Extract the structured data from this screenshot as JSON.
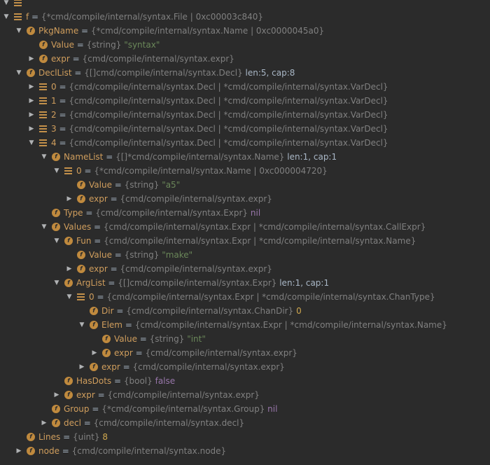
{
  "rows": [
    {
      "indent": 0,
      "arrow": "partial",
      "icon": "list",
      "name": "",
      "eq": "",
      "type": "",
      "value": "",
      "valueClass": "",
      "extra": "",
      "partialText": ""
    },
    {
      "indent": 0,
      "arrow": "down",
      "icon": "list",
      "name": "f",
      "eq": " = ",
      "type": "{*cmd/compile/internal/syntax.File | 0xc00003c840}",
      "value": "",
      "valueClass": "",
      "extra": ""
    },
    {
      "indent": 1,
      "arrow": "down",
      "icon": "f",
      "name": "PkgName",
      "eq": " = ",
      "type": "{*cmd/compile/internal/syntax.Name | 0xc0000045a0}",
      "value": "",
      "valueClass": "",
      "extra": ""
    },
    {
      "indent": 2,
      "arrow": "none",
      "icon": "f",
      "name": "Value",
      "eq": " = ",
      "type": "{string}",
      "value": "\"syntax\"",
      "valueClass": "str",
      "extra": ""
    },
    {
      "indent": 2,
      "arrow": "right",
      "icon": "f",
      "name": "expr",
      "eq": " = ",
      "type": "{cmd/compile/internal/syntax.expr}",
      "value": "",
      "valueClass": "",
      "extra": ""
    },
    {
      "indent": 1,
      "arrow": "down",
      "icon": "f",
      "name": "DeclList",
      "eq": " = ",
      "type": "{[]cmd/compile/internal/syntax.Decl}",
      "value": "",
      "valueClass": "",
      "extra": " len:5, cap:8"
    },
    {
      "indent": 2,
      "arrow": "right",
      "icon": "list",
      "name": "0",
      "eq": " = ",
      "type": "{cmd/compile/internal/syntax.Decl | *cmd/compile/internal/syntax.VarDecl}",
      "value": "",
      "valueClass": "",
      "extra": ""
    },
    {
      "indent": 2,
      "arrow": "right",
      "icon": "list",
      "name": "1",
      "eq": " = ",
      "type": "{cmd/compile/internal/syntax.Decl | *cmd/compile/internal/syntax.VarDecl}",
      "value": "",
      "valueClass": "",
      "extra": ""
    },
    {
      "indent": 2,
      "arrow": "right",
      "icon": "list",
      "name": "2",
      "eq": " = ",
      "type": "{cmd/compile/internal/syntax.Decl | *cmd/compile/internal/syntax.VarDecl}",
      "value": "",
      "valueClass": "",
      "extra": ""
    },
    {
      "indent": 2,
      "arrow": "right",
      "icon": "list",
      "name": "3",
      "eq": " = ",
      "type": "{cmd/compile/internal/syntax.Decl | *cmd/compile/internal/syntax.VarDecl}",
      "value": "",
      "valueClass": "",
      "extra": ""
    },
    {
      "indent": 2,
      "arrow": "down",
      "icon": "list",
      "name": "4",
      "eq": " = ",
      "type": "{cmd/compile/internal/syntax.Decl | *cmd/compile/internal/syntax.VarDecl}",
      "value": "",
      "valueClass": "",
      "extra": ""
    },
    {
      "indent": 3,
      "arrow": "down",
      "icon": "f",
      "name": "NameList",
      "eq": " = ",
      "type": "{[]*cmd/compile/internal/syntax.Name}",
      "value": "",
      "valueClass": "",
      "extra": " len:1, cap:1"
    },
    {
      "indent": 4,
      "arrow": "down",
      "icon": "list",
      "name": "0",
      "eq": " = ",
      "type": "{*cmd/compile/internal/syntax.Name | 0xc000004720}",
      "value": "",
      "valueClass": "",
      "extra": ""
    },
    {
      "indent": 5,
      "arrow": "none",
      "icon": "f",
      "name": "Value",
      "eq": " = ",
      "type": "{string}",
      "value": "\"a5\"",
      "valueClass": "str",
      "extra": ""
    },
    {
      "indent": 5,
      "arrow": "right",
      "icon": "f",
      "name": "expr",
      "eq": " = ",
      "type": "{cmd/compile/internal/syntax.expr}",
      "value": "",
      "valueClass": "",
      "extra": ""
    },
    {
      "indent": 3,
      "arrow": "none",
      "icon": "f",
      "name": "Type",
      "eq": " = ",
      "type": "{cmd/compile/internal/syntax.Expr}",
      "value": "nil",
      "valueClass": "nil",
      "extra": ""
    },
    {
      "indent": 3,
      "arrow": "down",
      "icon": "f",
      "name": "Values",
      "eq": " = ",
      "type": "{cmd/compile/internal/syntax.Expr | *cmd/compile/internal/syntax.CallExpr}",
      "value": "",
      "valueClass": "",
      "extra": ""
    },
    {
      "indent": 4,
      "arrow": "down",
      "icon": "f",
      "name": "Fun",
      "eq": " = ",
      "type": "{cmd/compile/internal/syntax.Expr | *cmd/compile/internal/syntax.Name}",
      "value": "",
      "valueClass": "",
      "extra": ""
    },
    {
      "indent": 5,
      "arrow": "none",
      "icon": "f",
      "name": "Value",
      "eq": " = ",
      "type": "{string}",
      "value": "\"make\"",
      "valueClass": "str",
      "extra": ""
    },
    {
      "indent": 5,
      "arrow": "right",
      "icon": "f",
      "name": "expr",
      "eq": " = ",
      "type": "{cmd/compile/internal/syntax.expr}",
      "value": "",
      "valueClass": "",
      "extra": ""
    },
    {
      "indent": 4,
      "arrow": "down",
      "icon": "f",
      "name": "ArgList",
      "eq": " = ",
      "type": "{[]cmd/compile/internal/syntax.Expr}",
      "value": "",
      "valueClass": "",
      "extra": " len:1, cap:1"
    },
    {
      "indent": 5,
      "arrow": "down",
      "icon": "list",
      "name": "0",
      "eq": " = ",
      "type": "{cmd/compile/internal/syntax.Expr | *cmd/compile/internal/syntax.ChanType}",
      "value": "",
      "valueClass": "",
      "extra": ""
    },
    {
      "indent": 6,
      "arrow": "none",
      "icon": "f",
      "name": "Dir",
      "eq": " = ",
      "type": "{cmd/compile/internal/syntax.ChanDir}",
      "value": "0",
      "valueClass": "numlit",
      "extra": ""
    },
    {
      "indent": 6,
      "arrow": "down",
      "icon": "f",
      "name": "Elem",
      "eq": " = ",
      "type": "{cmd/compile/internal/syntax.Expr | *cmd/compile/internal/syntax.Name}",
      "value": "",
      "valueClass": "",
      "extra": ""
    },
    {
      "indent": 7,
      "arrow": "none",
      "icon": "f",
      "name": "Value",
      "eq": " = ",
      "type": "{string}",
      "value": "\"int\"",
      "valueClass": "str",
      "extra": ""
    },
    {
      "indent": 7,
      "arrow": "right",
      "icon": "f",
      "name": "expr",
      "eq": " = ",
      "type": "{cmd/compile/internal/syntax.expr}",
      "value": "",
      "valueClass": "",
      "extra": ""
    },
    {
      "indent": 6,
      "arrow": "right",
      "icon": "f",
      "name": "expr",
      "eq": " = ",
      "type": "{cmd/compile/internal/syntax.expr}",
      "value": "",
      "valueClass": "",
      "extra": ""
    },
    {
      "indent": 4,
      "arrow": "none",
      "icon": "f",
      "name": "HasDots",
      "eq": " = ",
      "type": "{bool}",
      "value": "false",
      "valueClass": "nil",
      "extra": ""
    },
    {
      "indent": 4,
      "arrow": "right",
      "icon": "f",
      "name": "expr",
      "eq": " = ",
      "type": "{cmd/compile/internal/syntax.expr}",
      "value": "",
      "valueClass": "",
      "extra": ""
    },
    {
      "indent": 3,
      "arrow": "none",
      "icon": "f",
      "name": "Group",
      "eq": " = ",
      "type": "{*cmd/compile/internal/syntax.Group}",
      "value": "nil",
      "valueClass": "nil",
      "extra": ""
    },
    {
      "indent": 3,
      "arrow": "right",
      "icon": "f",
      "name": "decl",
      "eq": " = ",
      "type": "{cmd/compile/internal/syntax.decl}",
      "value": "",
      "valueClass": "",
      "extra": ""
    },
    {
      "indent": 1,
      "arrow": "none",
      "icon": "f",
      "name": "Lines",
      "eq": " = ",
      "type": "{uint}",
      "value": "8",
      "valueClass": "numlit",
      "extra": ""
    },
    {
      "indent": 1,
      "arrow": "right",
      "icon": "f",
      "name": "node",
      "eq": " = ",
      "type": "{cmd/compile/internal/syntax.node}",
      "value": "",
      "valueClass": "",
      "extra": ""
    }
  ],
  "colors": {
    "background": "#2b2b2b",
    "field_name": "#d09e5d",
    "type": "#808080",
    "string": "#6a8759",
    "keyword": "#cc7832",
    "number": "#6897bb",
    "icon": "#c08a3e"
  },
  "icons": {
    "field": "field-icon",
    "list": "list-icon",
    "expand": "chevron-right-icon",
    "collapse": "chevron-down-icon"
  }
}
